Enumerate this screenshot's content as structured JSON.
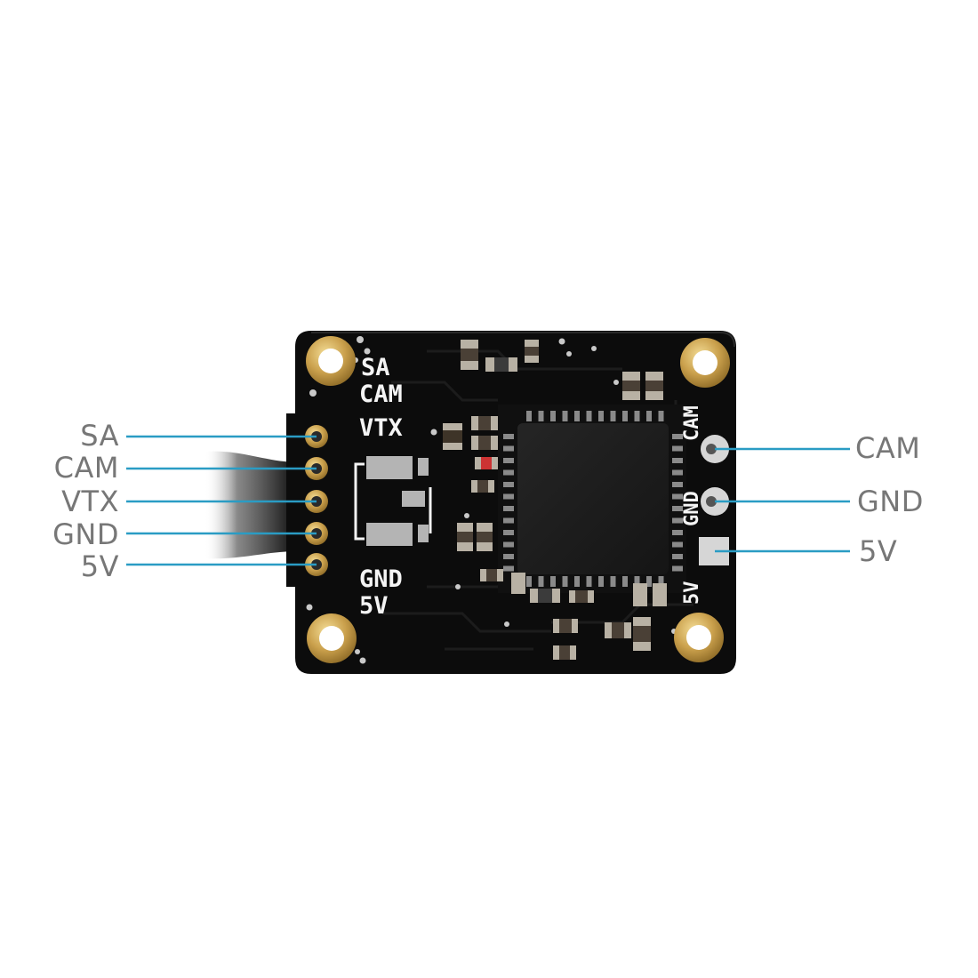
{
  "colors": {
    "board": "#0c0c0c",
    "callout_line": "#2a9cc4",
    "callout_text": "#777777",
    "pad_gold": "#c8a24c",
    "silkscreen": "#f4f4f4"
  },
  "left_pins": [
    {
      "label": "SA"
    },
    {
      "label": "CAM"
    },
    {
      "label": "VTX"
    },
    {
      "label": "GND"
    },
    {
      "label": "5V"
    }
  ],
  "right_pins": [
    {
      "label": "CAM"
    },
    {
      "label": "GND"
    },
    {
      "label": "5V"
    }
  ],
  "silkscreen": {
    "top_left": [
      "SA",
      "CAM",
      "VTX"
    ],
    "bottom_left": [
      "GND",
      "5V"
    ],
    "right_side": [
      "CAM",
      "GND",
      "5V"
    ]
  }
}
